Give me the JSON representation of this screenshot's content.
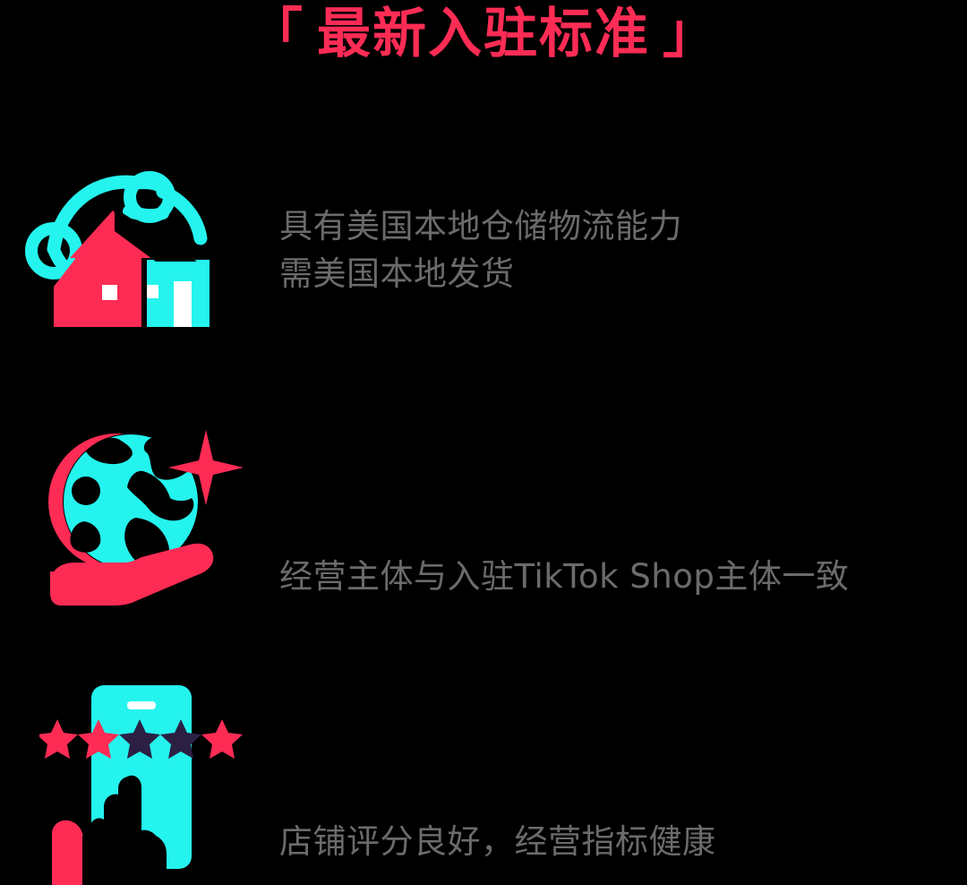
{
  "header": {
    "bracket_left": "「",
    "title": "最新入驻标准",
    "bracket_right": "」"
  },
  "colors": {
    "background": "#000000",
    "accent_red": "#fe2c55",
    "accent_cyan": "#25f4ee",
    "text_gray": "#6b6b6b",
    "star_dark": "#2b2044",
    "white": "#ffffff"
  },
  "requirements": [
    {
      "icon": "warehouse-network-icon",
      "lines": [
        "具有美国本地仓储物流能力",
        "需美国本地发货"
      ]
    },
    {
      "icon": "globe-in-hand-icon",
      "lines": [
        "经营主体与入驻TikTok Shop主体一致"
      ]
    },
    {
      "icon": "phone-star-rating-icon",
      "lines": [
        "店铺评分良好，经营指标健康"
      ]
    }
  ]
}
